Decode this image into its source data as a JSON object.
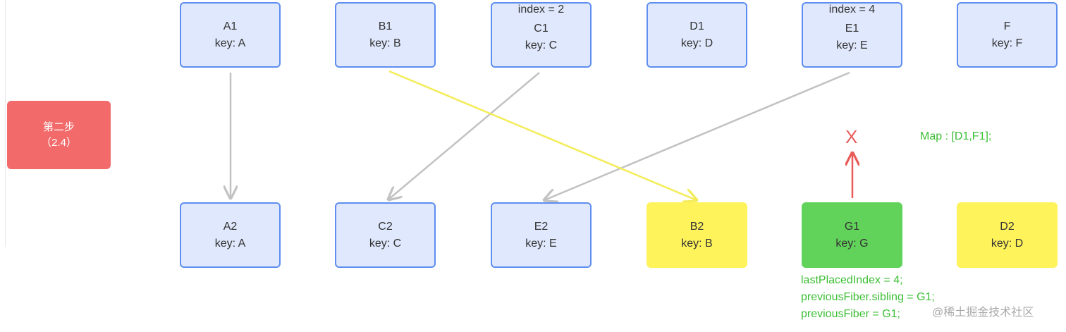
{
  "step": {
    "title": "第二步",
    "subtitle": "（2.4）"
  },
  "top_row": [
    {
      "name": "A1",
      "key": "key: A",
      "index_label": ""
    },
    {
      "name": "B1",
      "key": "key: B",
      "index_label": ""
    },
    {
      "name": "C1",
      "key": "key: C",
      "index_label": "index = 2"
    },
    {
      "name": "D1",
      "key": "key: D",
      "index_label": ""
    },
    {
      "name": "E1",
      "key": "key: E",
      "index_label": "index = 4"
    },
    {
      "name": "F",
      "key": "key: F",
      "index_label": ""
    }
  ],
  "bottom_row": [
    {
      "name": "A2",
      "key": "key: A",
      "style": "blue"
    },
    {
      "name": "C2",
      "key": "key: C",
      "style": "blue"
    },
    {
      "name": "E2",
      "key": "key: E",
      "style": "blue"
    },
    {
      "name": "B2",
      "key": "key: B",
      "style": "yellow"
    },
    {
      "name": "G1",
      "key": "key: G",
      "style": "green"
    },
    {
      "name": "D2",
      "key": "key: D",
      "style": "yellow"
    }
  ],
  "map_text": "Map : [D1,F1];",
  "x_mark": "X",
  "code_lines": [
    "lastPlacedIndex = 4;",
    "previousFiber.sibling = G1;",
    "previousFiber = G1;"
  ],
  "watermark": "@稀土掘金技术社区",
  "colors": {
    "blue_fill": "#dfe8fc",
    "blue_border": "#5e8ef0",
    "yellow": "#fff35c",
    "green": "#62d35a",
    "red": "#f26a6a",
    "gray_arrow": "#c2c2c2",
    "yellow_arrow": "#f3ec58",
    "red_arrow": "#e85b58",
    "code_green": "#3cbf35"
  }
}
